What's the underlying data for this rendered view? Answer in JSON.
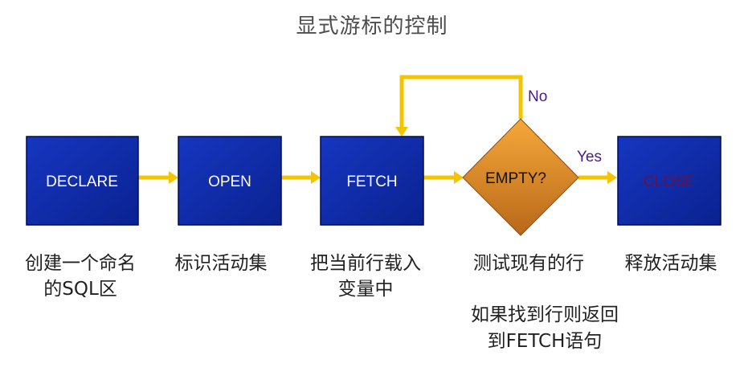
{
  "title": "显式游标的控制",
  "steps": [
    {
      "label": "DECLARE",
      "caption_line1": "创建一个命名",
      "caption_line2": "的SQL区"
    },
    {
      "label": "OPEN",
      "caption_line1": "标识活动集",
      "caption_line2": ""
    },
    {
      "label": "FETCH",
      "caption_line1": "把当前行载入",
      "caption_line2": "变量中"
    },
    {
      "label": "EMPTY?",
      "caption_line1": "测试现有的行",
      "caption_line2": ""
    },
    {
      "label": "CLOSE",
      "caption_line1": "释放活动集",
      "caption_line2": ""
    }
  ],
  "branch_labels": {
    "no": "No",
    "yes": "Yes"
  },
  "loop_note": {
    "line1": "如果找到行则返回",
    "line2": "到FETCH语句"
  },
  "colors": {
    "box_fill": "#0d2aa6",
    "box_border": "#000a50",
    "arrow": "#f4c400",
    "diamond_top": "#f0a030",
    "diamond_bottom": "#b86818",
    "branch_label": "#4a1a8a",
    "close_text": "#6b1040"
  }
}
